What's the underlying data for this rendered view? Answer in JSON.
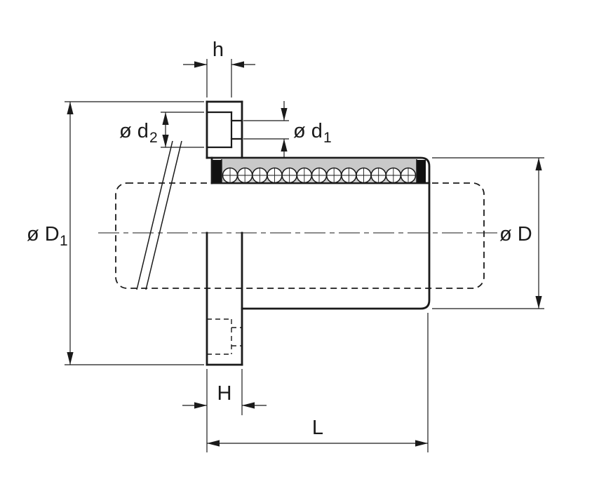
{
  "diagram": {
    "type": "technical-drawing",
    "labels": {
      "h": "h",
      "d2_main": "ø d",
      "d2_sub": "2",
      "d1_main": "ø d",
      "d1_sub": "1",
      "D1_main": "ø D",
      "D1_sub": "1",
      "D_main": "ø D",
      "H": "H",
      "L": "L"
    },
    "colors": {
      "line": "#1a1a1a",
      "retainer_gray": "#c9c9c9",
      "seal_black": "#111111",
      "background": "#ffffff"
    },
    "ball_count": 13
  }
}
